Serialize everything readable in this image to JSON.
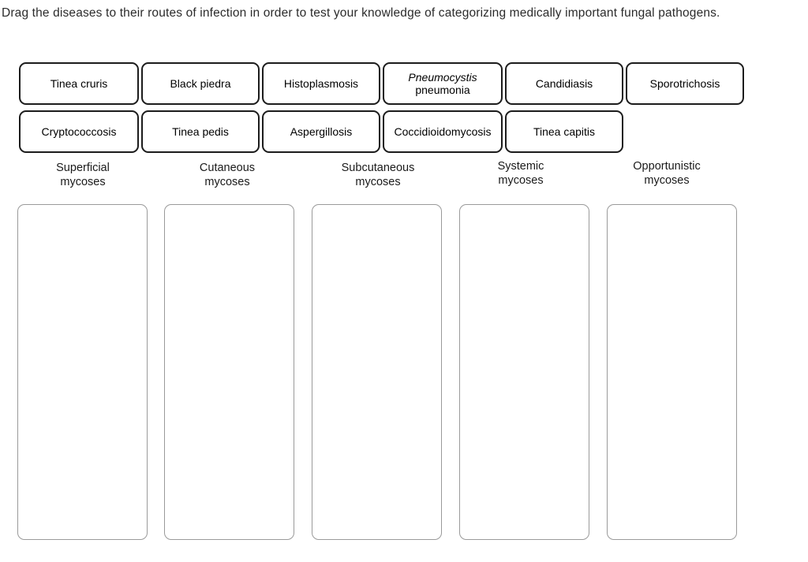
{
  "instruction": "Drag the diseases to their routes of infection in order to test your knowledge of categorizing medically important fungal pathogens.",
  "tiles": {
    "row1": [
      {
        "label": "Tinea cruris",
        "italic_part": "",
        "plain_part": ""
      },
      {
        "label": "Black piedra",
        "italic_part": "",
        "plain_part": ""
      },
      {
        "label": "Histoplasmosis",
        "italic_part": "",
        "plain_part": ""
      },
      {
        "label": "",
        "italic_part": "Pneumocystis",
        "plain_part": "pneumonia"
      },
      {
        "label": "Candidiasis",
        "italic_part": "",
        "plain_part": ""
      },
      {
        "label": "Sporotrichosis",
        "italic_part": "",
        "plain_part": ""
      }
    ],
    "row2": [
      {
        "label": "Cryptococcosis",
        "italic_part": "",
        "plain_part": ""
      },
      {
        "label": "Tinea pedis",
        "italic_part": "",
        "plain_part": ""
      },
      {
        "label": "Aspergillosis",
        "italic_part": "",
        "plain_part": ""
      },
      {
        "label": "Coccidioidomycosis",
        "italic_part": "",
        "plain_part": ""
      },
      {
        "label": "Tinea capitis",
        "italic_part": "",
        "plain_part": ""
      }
    ]
  },
  "categories": [
    {
      "line1": "Superficial",
      "line2": "mycoses"
    },
    {
      "line1": "Cutaneous",
      "line2": "mycoses"
    },
    {
      "line1": "Subcutaneous",
      "line2": "mycoses"
    },
    {
      "line1": "Systemic",
      "line2": "mycoses"
    },
    {
      "line1": "Opportunistic",
      "line2": "mycoses"
    }
  ],
  "colors": {
    "tile_border": "#1c1c1c",
    "dropzone_border": "#9a9a9a",
    "text": "#1a1a1a",
    "instruction_text": "#2b2b2b",
    "background": "#ffffff"
  }
}
